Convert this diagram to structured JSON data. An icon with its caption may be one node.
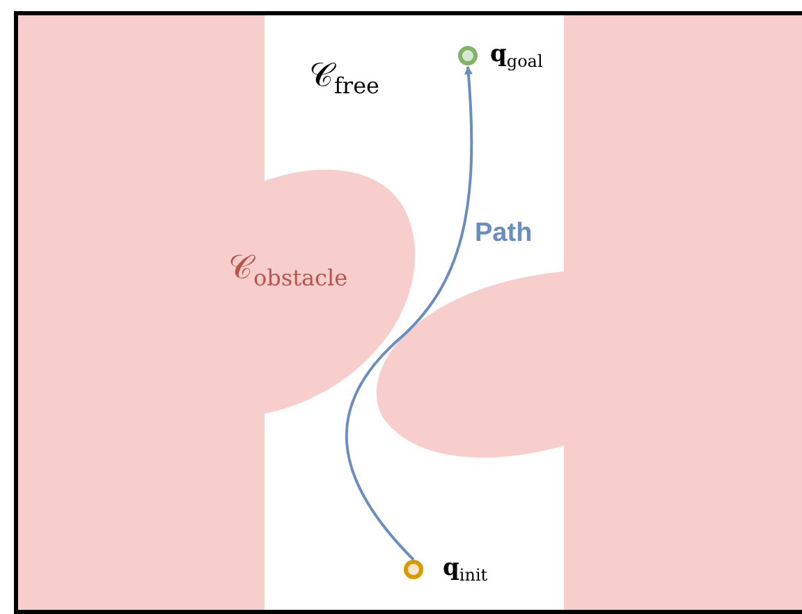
{
  "diagram": {
    "nodes": [
      {
        "text": [],
        "shape": "circle",
        "beside": [
          "**q**$_{init}$"
        ]
      },
      {
        "text": [],
        "shape": "circle",
        "beside": [
          "**q**$_{goal}$"
        ]
      }
    ],
    "edges": [
      {
        "from": 0,
        "to": 1,
        "arrow": "to",
        "label": "Path"
      }
    ],
    "labels": [
      "𝒞$_{free}$",
      "𝒞$_{obstacle}$"
    ]
  }
}
